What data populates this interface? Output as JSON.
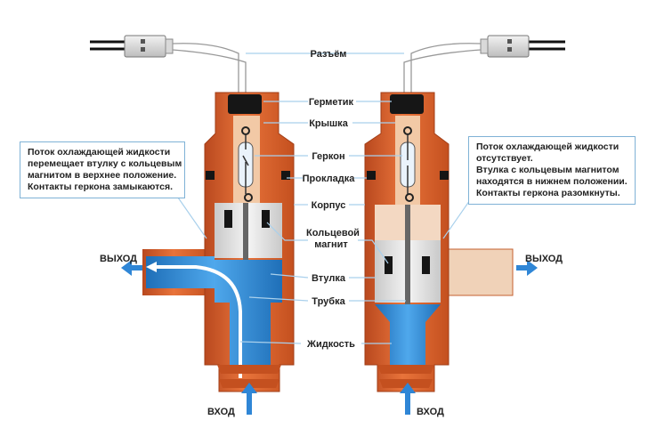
{
  "labels": {
    "connector": "Разъём",
    "sealant": "Герметик",
    "cap": "Крышка",
    "reed_switch": "Геркон",
    "gasket": "Прокладка",
    "body": "Корпус",
    "ring_magnet_1": "Кольцевой",
    "ring_magnet_2": "магнит",
    "sleeve": "Втулка",
    "tube": "Трубка",
    "liquid": "Жидкость"
  },
  "left_note": {
    "lines": [
      "Поток охлаждающей жидкости",
      "перемещает втулку с кольцевым",
      "магнитом в верхнее положение.",
      "Контакты геркона замыкаются."
    ]
  },
  "right_note": {
    "lines": [
      "Поток охлаждающей жидкости",
      "отсутствует.",
      "Втулка с кольцевым магнитом",
      "находятся в нижнем положении.",
      "Контакты геркона разомкнуты."
    ]
  },
  "flow": {
    "left_outlet": "ВЫХОД",
    "left_inlet": "ВХОД",
    "right_outlet": "ВЫХОД",
    "right_inlet": "ВХОД"
  },
  "colors": {
    "body_orange": "#e2662f",
    "body_dark": "#b8461c",
    "liquid_blue": "#2e8fdc",
    "arrow_blue": "#2f86d6",
    "cap_black": "#1a1a1a",
    "insert_grey": "#e4e4e4"
  }
}
